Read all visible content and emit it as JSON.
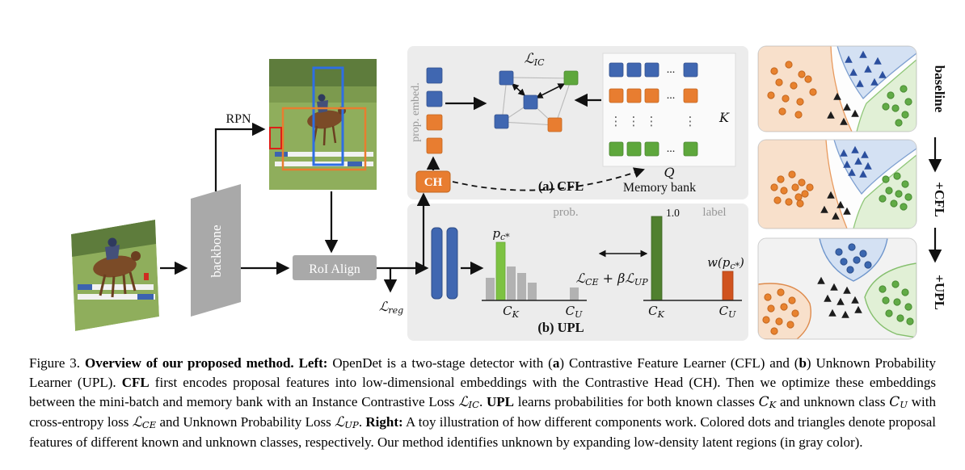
{
  "figure": {
    "pipeline": {
      "rpn_label": "RPN",
      "backbone_label": "backbone",
      "roi_align_label": "RoI Align",
      "l_reg_main": "ℒ",
      "l_reg_sub": "reg"
    },
    "cfl": {
      "panel_label": "(a) CFL",
      "prop_embed_label": "prop. embed.",
      "ch_label": "CH",
      "l_ic_main": "ℒ",
      "l_ic_sub": "IC",
      "memory_bank_label": "Memory bank",
      "k_label": "K",
      "q_label": "Q",
      "row_ellipsis": "...",
      "col_ellipsis": "⋮"
    },
    "upl": {
      "panel_label": "(b) UPL",
      "prob_label": "prob.",
      "label_label": "label",
      "p_main": "p",
      "p_sub": "c*",
      "loss_l1": "ℒ",
      "loss_s1": "CE",
      "loss_mid": " + β",
      "loss_l2": "ℒ",
      "loss_s2": "UP",
      "one_label": "1.0",
      "w_pre": "w(p",
      "w_sub": "c*",
      "w_post": ")",
      "ck_main": "C",
      "ck_sub": "K",
      "cu_main": "C",
      "cu_sub": "U"
    },
    "toy": {
      "baseline_label": "baseline",
      "cfl_label": "+CFL",
      "upl_label": "+UPL"
    }
  },
  "colors": {
    "blue": "#4067b1",
    "orange": "#e87d30",
    "green": "#5ea73c",
    "prob_green_bar": "#7dc242",
    "label_green_bar": "#50802f",
    "label_orange_bar": "#d0531f",
    "panel_gray": "#ececec",
    "block_gray": "#a9a9a9",
    "prob_gray_bar": "#b2b2b2"
  },
  "caption": {
    "segments": [
      {
        "t": "Figure 3. "
      },
      {
        "t": "Overview of our proposed method. Left:",
        "b": 1
      },
      {
        "t": " OpenDet is a two-stage detector with ("
      },
      {
        "t": "a",
        "b": 1
      },
      {
        "t": ") Contrastive Feature Learner (CFL) and ("
      },
      {
        "t": "b",
        "b": 1
      },
      {
        "t": ") Unknown Probability Learner (UPL). "
      },
      {
        "t": "CFL",
        "b": 1
      },
      {
        "t": " first encodes proposal features into low-dimensional embeddings with the Contrastive Head (CH). Then we optimize these embeddings between the mini-batch and memory bank with an Instance Contrastive Loss "
      },
      {
        "t": "ℒ",
        "i": 1
      },
      {
        "t": "IC",
        "i": 1,
        "s": 1
      },
      {
        "t": ". "
      },
      {
        "t": "UPL",
        "b": 1
      },
      {
        "t": " learns probabilities for both known classes "
      },
      {
        "t": "C",
        "i": 1
      },
      {
        "t": "K",
        "i": 1,
        "s": 1
      },
      {
        "t": " and unknown class "
      },
      {
        "t": "C",
        "i": 1
      },
      {
        "t": "U",
        "i": 1,
        "s": 1
      },
      {
        "t": " with cross-entropy loss "
      },
      {
        "t": "ℒ",
        "i": 1
      },
      {
        "t": "CE",
        "i": 1,
        "s": 1
      },
      {
        "t": " and Unknown Probability Loss "
      },
      {
        "t": "ℒ",
        "i": 1
      },
      {
        "t": "UP",
        "i": 1,
        "s": 1
      },
      {
        "t": ". "
      },
      {
        "t": "Right:",
        "b": 1
      },
      {
        "t": " A toy illustration of how different components work. Colored dots and triangles denote proposal features of different known and unknown classes, respectively. Our method identifies unknown by expanding low-density latent regions (in gray color)."
      }
    ]
  }
}
